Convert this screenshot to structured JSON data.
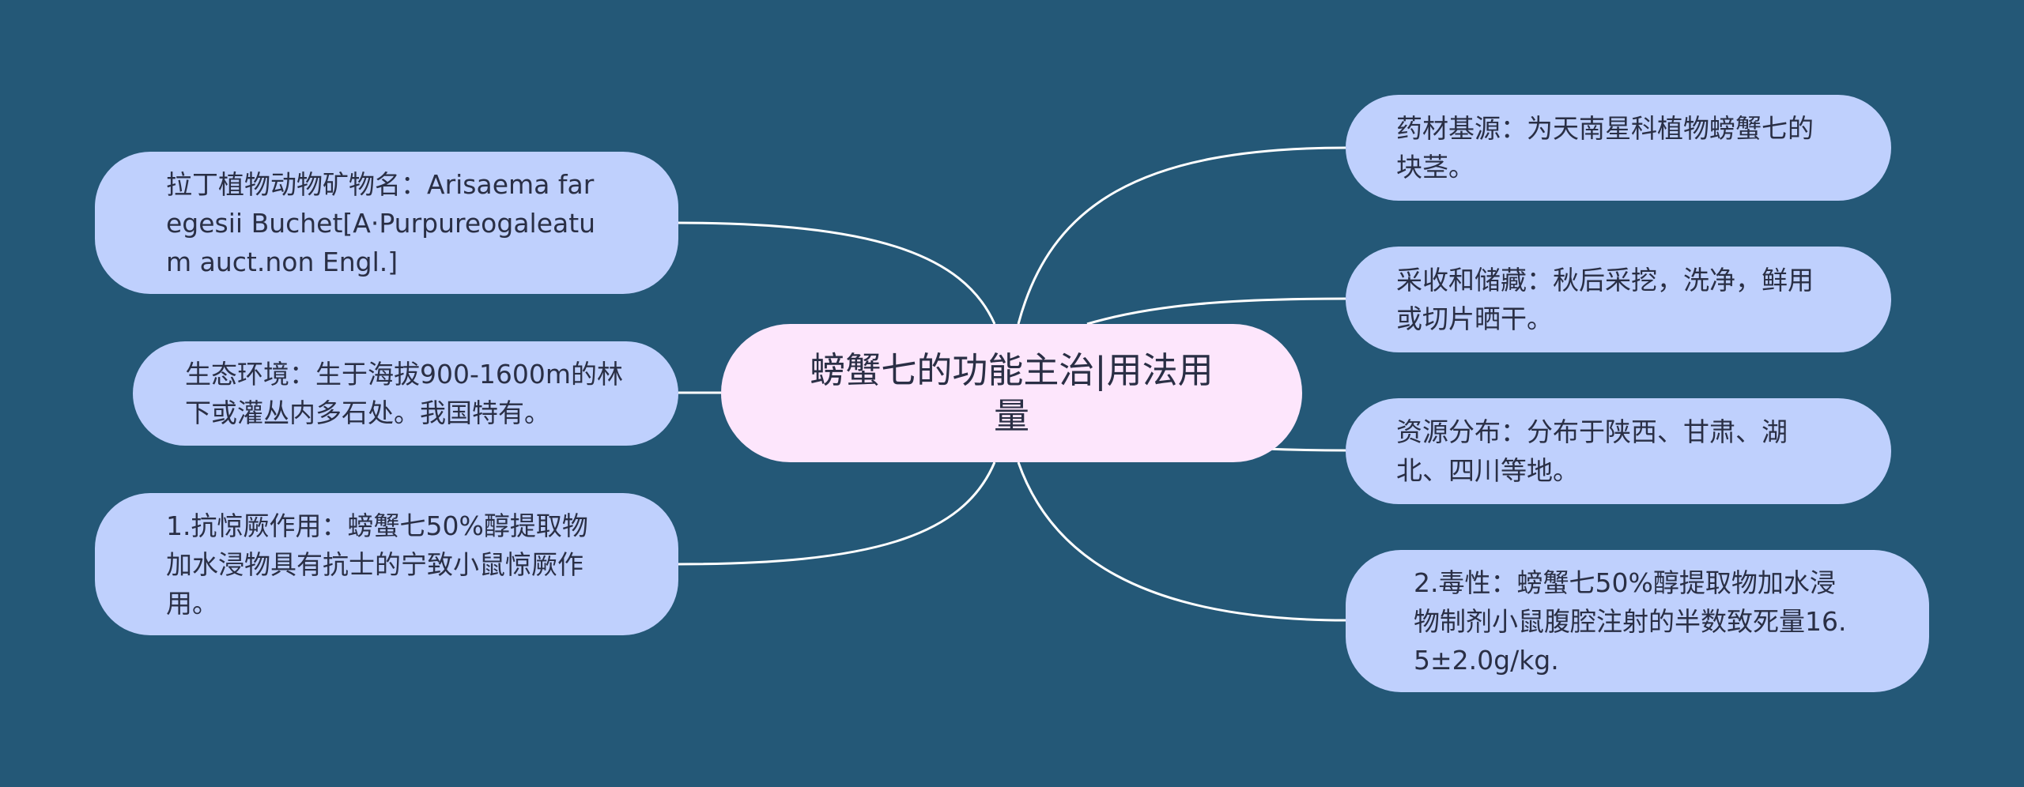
{
  "central_topic": "螃蟹七的功能主治|用法用量",
  "colors": {
    "background": "#245877",
    "node_fill": "#bfd0fd",
    "central_fill": "#fde6fc",
    "connector": "#ffffff",
    "text": "#2a2f45"
  },
  "left_branches": [
    {
      "text": "拉丁植物动物矿物名：Arisaema faregesii Buchet[A·Purpureogaleatum auct.non Engl.]"
    },
    {
      "text": "生态环境：生于海拔900-1600m的林下或灌丛内多石处。我国特有。"
    },
    {
      "text": "1.抗惊厥作用：螃蟹七50%醇提取物加水浸物具有抗士的宁致小鼠惊厥作用。"
    }
  ],
  "right_branches": [
    {
      "text": "药材基源：为天南星科植物螃蟹七的块茎。"
    },
    {
      "text": "采收和储藏：秋后采挖，洗净，鲜用或切片晒干。"
    },
    {
      "text": "资源分布：分布于陕西、甘肃、湖北、四川等地。"
    },
    {
      "text": "2.毒性：螃蟹七50%醇提取物加水浸物制剂小鼠腹腔注射的半数致死量16.5±2.0g/kg."
    }
  ]
}
